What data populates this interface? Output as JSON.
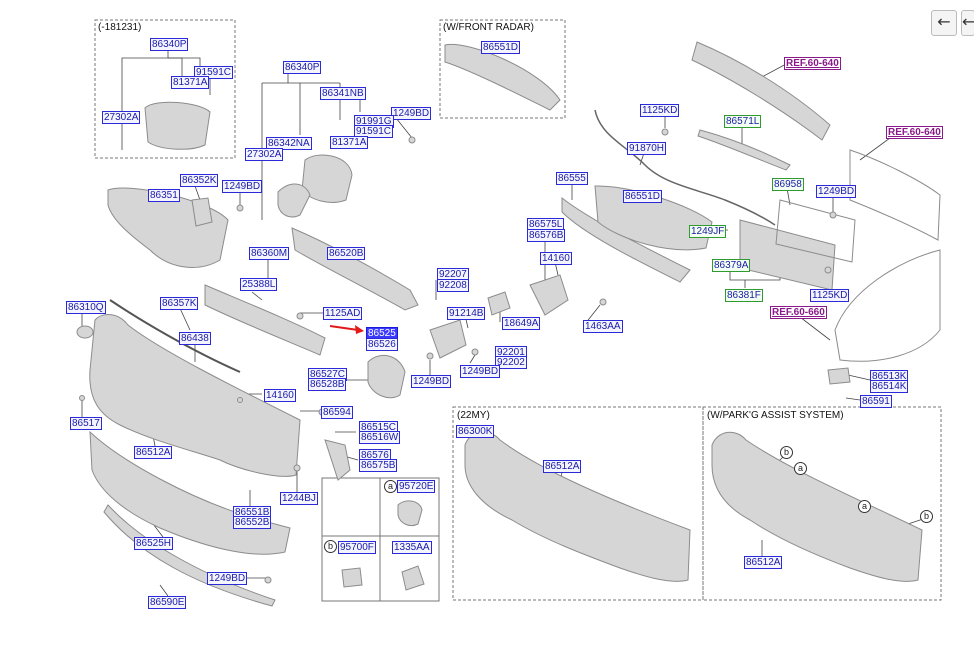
{
  "nav": {
    "back_glyph": "←",
    "next_glyph": "←"
  },
  "captions": {
    "box1": "(-181231)",
    "box2": "(W/FRONT RADAR)",
    "box3": "(22MY)",
    "box4": "(W/PARK'G ASSIST SYSTEM)"
  },
  "callouts": {
    "a": "a",
    "b": "b"
  },
  "parts": {
    "p86340P_1": "86340P",
    "p91591C_1": "91591C",
    "p81371A_1": "81371A",
    "p27302A_1": "27302A",
    "p86340P_2": "86340P",
    "p86341NB": "86341NB",
    "p1249BD_1": "1249BD",
    "p91991G": "91991G",
    "p91591C_2": "91591C",
    "p81371A_2": "81371A",
    "p86342NA": "86342NA",
    "p27302A_2": "27302A",
    "p86551D_1": "86551D",
    "p1125KD_1": "1125KD",
    "p86571L": "86571L",
    "pREF60640_1": "REF.60-640",
    "pREF60640_2": "REF.60-640",
    "p91870H": "91870H",
    "p86555": "86555",
    "p86551D_2": "86551D",
    "p86958": "86958",
    "p1249BD_2": "1249BD",
    "p1249JF": "1249JF",
    "p86379A": "86379A",
    "p86381F": "86381F",
    "p1125KD_2": "1125KD",
    "pREF60660": "REF.60-660",
    "p86352K": "86352K",
    "p86351": "86351",
    "p1249BD_3": "1249BD",
    "p86360M": "86360M",
    "p86520B": "86520B",
    "p25388L": "25388L",
    "p1125AD": "1125AD",
    "p86310Q": "86310Q",
    "p86357K": "86357K",
    "p86438": "86438",
    "p86525": "86525",
    "p86526": "86526",
    "p92207": "92207",
    "p92208": "92208",
    "p91214B": "91214B",
    "p86575L": "86575L",
    "p86576B": "86576B",
    "p14160_1": "14160",
    "p18649A": "18649A",
    "p1463AA": "1463AA",
    "p92201": "92201",
    "p92202": "92202",
    "p1249BD_4": "1249BD",
    "p1249BD_5": "1249BD",
    "p86527C": "86527C",
    "p86528B": "86528B",
    "p14160_2": "14160",
    "p86594": "86594",
    "p86513K": "86513K",
    "p86514K": "86514K",
    "p86591": "86591",
    "p86517": "86517",
    "p86512A_1": "86512A",
    "p86515C": "86515C",
    "p86516W": "86516W",
    "p86576": "86576",
    "p86575B": "86575B",
    "p86300K": "86300K",
    "p86512A_2": "86512A",
    "p86512A_3": "86512A",
    "p1244BJ": "1244BJ",
    "p86551B": "86551B",
    "p86552B": "86552B",
    "p95720E": "95720E",
    "p86525H": "86525H",
    "p95700F": "95700F",
    "p1335AA": "1335AA",
    "p1249BD_6": "1249BD",
    "p86590E": "86590E"
  }
}
